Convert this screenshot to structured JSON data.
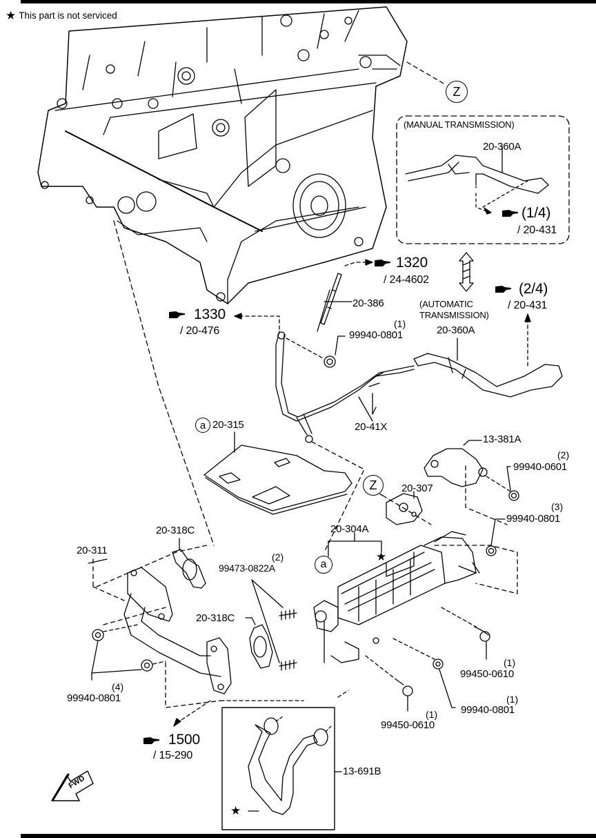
{
  "legend": {
    "star_symbol": "★",
    "text": "This part is not serviced"
  },
  "callouts": {
    "z_top": "Z",
    "z_mid": "Z",
    "a_gasket": "a",
    "a_cooler": "a"
  },
  "manual_transmission": {
    "title": "(MANUAL TRANSMISSION)",
    "part": "20-360A",
    "ref_fig": "(1/4)",
    "ref_part": "/ 20-431"
  },
  "automatic_transmission": {
    "title_line1": "(AUTOMATIC",
    "title_line2": "TRANSMISSION)",
    "part": "20-360A",
    "ref_fig": "(2/4)",
    "ref_part": "/ 20-431"
  },
  "references": [
    {
      "fig": "1320",
      "part": "/ 24-4602"
    },
    {
      "fig": "1330",
      "part": "/ 20-476"
    },
    {
      "fig": "1500",
      "part": "/ 15-290"
    }
  ],
  "parts": {
    "p_20_386": "20-386",
    "p_99940_0801_a": {
      "number": "99940-0801",
      "qty": "(1)"
    },
    "p_20_41x": "20-41X",
    "p_20_315": "20-315",
    "p_13_381a": "13-381A",
    "p_99940_0601": {
      "number": "99940-0601",
      "qty": "(2)"
    },
    "p_20_307": "20-307",
    "p_99940_0801_b": {
      "number": "99940-0801",
      "qty": "(3)"
    },
    "p_20_304a": "20-304A",
    "p_20_318c_a": "20-318C",
    "p_20_311": "20-311",
    "p_99473_0822a": {
      "number": "99473-0822A",
      "qty": "(2)"
    },
    "p_20_318c_b": "20-318C",
    "p_99450_0610_a": {
      "number": "99450-0610",
      "qty": "(1)"
    },
    "p_99940_0801_c": {
      "number": "99940-0801",
      "qty": "(1)"
    },
    "p_99450_0610_b": {
      "number": "99450-0610",
      "qty": "(1)"
    },
    "p_99940_0801_d": {
      "number": "99940-0801",
      "qty": "(4)"
    },
    "p_13_691b": "13-691B"
  },
  "fwd_label": "FWD"
}
